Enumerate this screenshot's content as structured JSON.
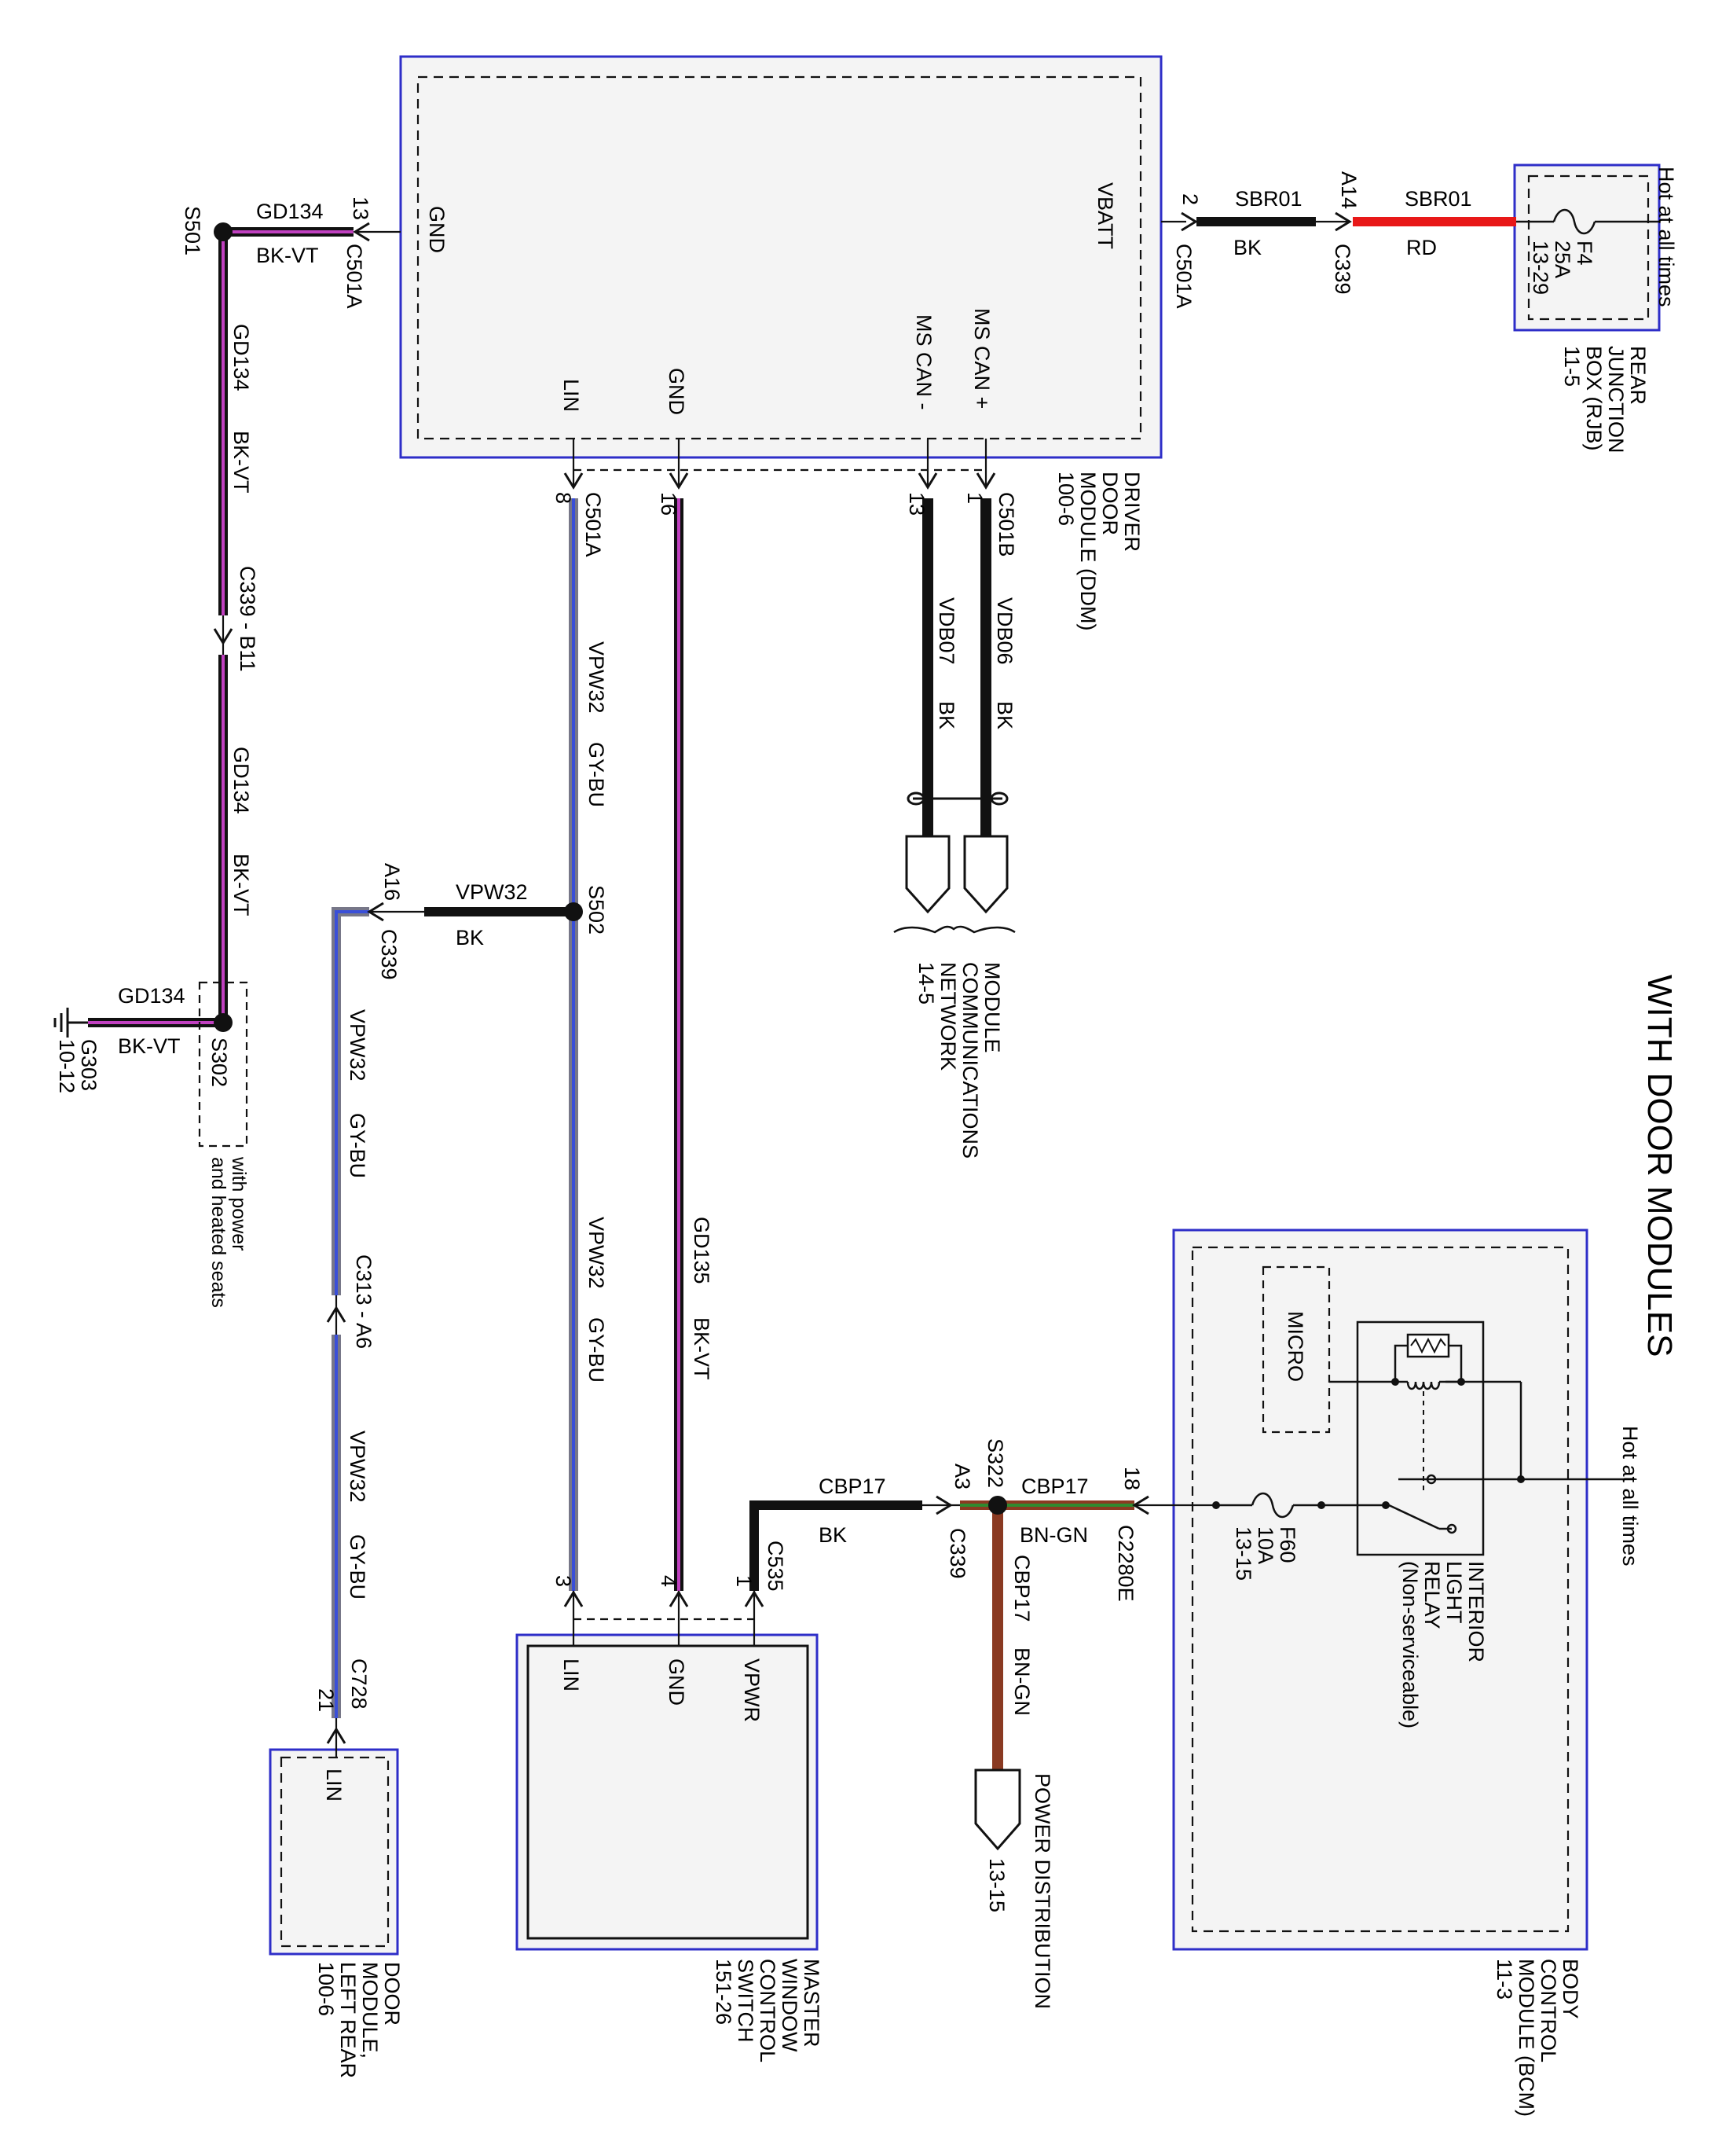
{
  "title": "WITH DOOR MODULES",
  "colors": {
    "module_border": "#2e2ec8",
    "bk": "#111111",
    "bk_vt_stripe": "#c040c0",
    "gy_bu_stripe": "#3a4fd8",
    "gy_bu_base": "#777788",
    "rd": "#e81818",
    "bn": "#8a3a22",
    "bn_gn_stripe": "#2f8a2f"
  },
  "modules": {
    "ddm": {
      "name": "DRIVER DOOR MODULE (DDM)",
      "ref": "100-6",
      "lines": [
        "DRIVER",
        "DOOR",
        "MODULE (DDM)",
        "100-6"
      ]
    },
    "rjb": {
      "name": "REAR JUNCTION BOX (RJB)",
      "lines": [
        "REAR",
        "JUNCTION",
        "BOX (RJB)",
        "11-5"
      ],
      "note": "Hot at all times",
      "fuse": [
        "F4",
        "25A",
        "13-29"
      ]
    },
    "mwcs": {
      "lines": [
        "MASTER",
        "WINDOW",
        "CONTROL",
        "SWITCH",
        "151-26"
      ]
    },
    "dmlr": {
      "lines": [
        "DOOR",
        "MODULE,",
        "LEFT REAR",
        "100-6"
      ]
    },
    "bcm": {
      "lines": [
        "BODY",
        "CONTROL",
        "MODULE (BCM)",
        "11-3"
      ],
      "note": "Hot at all times",
      "micro": "MICRO",
      "relay": [
        "INTERIOR",
        "LIGHT",
        "RELAY",
        "(Non-serviceable)"
      ],
      "fuse": [
        "F60",
        "10A",
        "13-15"
      ]
    }
  },
  "pins": {
    "ddm_gnd_left": "GND",
    "ddm_vbatt": "VBATT",
    "ddm_lin": "LIN",
    "ddm_gnd_bottom": "GND",
    "ddm_mscan_minus": "MS CAN -",
    "ddm_mscan_plus": "MS CAN +",
    "mwcs_lin": "LIN",
    "mwcs_gnd": "GND",
    "mwcs_vpwr": "VPWR",
    "dmlr_lin": "LIN"
  },
  "connectors": {
    "c501a_13": {
      "pin": "13",
      "name": "C501A"
    },
    "c501a_2": {
      "pin": "2",
      "name": "C501A"
    },
    "c339_a14": {
      "pin": "A14",
      "name": "C339"
    },
    "c501a_8": {
      "pin": "8",
      "name": "C501A"
    },
    "c501a_16": {
      "pin": "16"
    },
    "c501b_13": {
      "pin": "13"
    },
    "c501b_1": {
      "pin": "1",
      "name": "C501B"
    },
    "c339_b11": "C339 - B11",
    "c339_a16": {
      "pin": "A16",
      "name": "C339"
    },
    "c313_a6": "C313 - A6",
    "c728_21": {
      "pin": "21",
      "name": "C728"
    },
    "c535": {
      "pins": [
        "3",
        "4",
        "1"
      ],
      "name": "C535"
    },
    "c339_a3": {
      "pin": "A3",
      "name": "C339"
    },
    "c2280e_18": {
      "pin": "18",
      "name": "C2280E"
    }
  },
  "splices": {
    "s501": "S501",
    "s502": "S502",
    "s302": "S302",
    "s322": "S322",
    "s302_note": [
      "with power",
      "and heated seats"
    ]
  },
  "grounds": {
    "g303": [
      "G303",
      "10-12"
    ]
  },
  "wires": {
    "gd134": {
      "circuit": "GD134",
      "color": "BK-VT"
    },
    "sbr01_bk": {
      "circuit": "SBR01",
      "color": "BK"
    },
    "sbr01_rd": {
      "circuit": "SBR01",
      "color": "RD"
    },
    "vpw32_gybu": {
      "circuit": "VPW32",
      "color": "GY-BU"
    },
    "vpw32_bk": {
      "circuit": "VPW32",
      "color": "BK"
    },
    "gd135": {
      "circuit": "GD135",
      "color": "BK-VT"
    },
    "vdb07": {
      "circuit": "VDB07",
      "color": "BK"
    },
    "vdb06": {
      "circuit": "VDB06",
      "color": "BK"
    },
    "cbp17_bk": {
      "circuit": "CBP17",
      "color": "BK"
    },
    "cbp17_bngn": {
      "circuit": "CBP17",
      "color": "BN-GN"
    }
  },
  "references": {
    "mcn": [
      "MODULE",
      "COMMUNICATIONS",
      "NETWORK",
      "14-5"
    ],
    "pd": [
      "POWER DISTRIBUTION",
      "13-15"
    ]
  }
}
